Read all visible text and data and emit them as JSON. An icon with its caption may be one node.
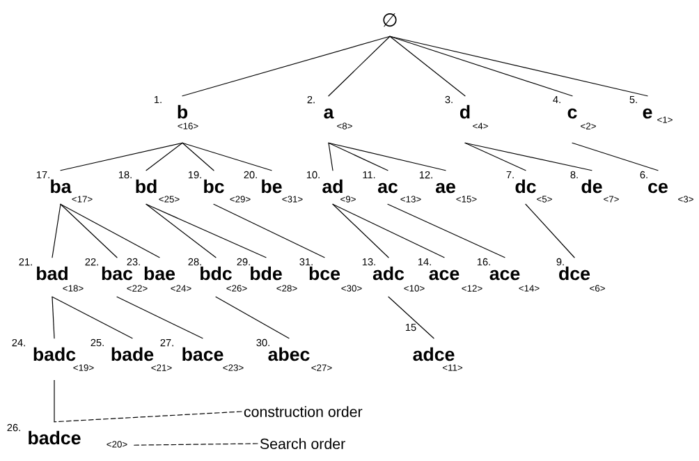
{
  "diagram": {
    "nodes": [
      {
        "text": [
          "∅"
        ]
      },
      {
        "text": [
          "b"
        ],
        "beside": [
          "1.",
          "<16>"
        ]
      },
      {
        "text": [
          "a"
        ],
        "beside": [
          "2.",
          "<8>"
        ]
      },
      {
        "text": [
          "d"
        ],
        "beside": [
          "3.",
          "<4>"
        ]
      },
      {
        "text": [
          "c"
        ],
        "beside": [
          "4.",
          "<2>"
        ]
      },
      {
        "text": [
          "e"
        ],
        "beside": [
          "5.",
          "<1>"
        ]
      },
      {
        "text": [
          "ba"
        ],
        "beside": [
          "17.",
          "<17>"
        ]
      },
      {
        "text": [
          "bd"
        ],
        "beside": [
          "18.",
          "<25>"
        ]
      },
      {
        "text": [
          "bc"
        ],
        "beside": [
          "19.",
          "<29>"
        ]
      },
      {
        "text": [
          "be"
        ],
        "beside": [
          "20.",
          "<31>"
        ]
      },
      {
        "text": [
          "ad"
        ],
        "beside": [
          "10.",
          "<9>"
        ]
      },
      {
        "text": [
          "ac"
        ],
        "beside": [
          "11.",
          "<13>"
        ]
      },
      {
        "text": [
          "ae"
        ],
        "beside": [
          "12.",
          "<15>"
        ]
      },
      {
        "text": [
          "dc"
        ],
        "beside": [
          "7.",
          "<5>"
        ]
      },
      {
        "text": [
          "de"
        ],
        "beside": [
          "8.",
          "<7>"
        ]
      },
      {
        "text": [
          "ce"
        ],
        "beside": [
          "6.",
          "<3>"
        ]
      },
      {
        "text": [
          "bad"
        ],
        "beside": [
          "21.",
          "<18>"
        ]
      },
      {
        "text": [
          "bac"
        ],
        "beside": [
          "22.",
          "<22>"
        ]
      },
      {
        "text": [
          "bae"
        ],
        "beside": [
          "23.",
          "<24>"
        ]
      },
      {
        "text": [
          "bdc"
        ],
        "beside": [
          "28.",
          "<26>"
        ]
      },
      {
        "text": [
          "bde"
        ],
        "beside": [
          "29.",
          "<28>"
        ]
      },
      {
        "text": [
          "bce"
        ],
        "beside": [
          "31.",
          "<30>"
        ]
      },
      {
        "text": [
          "adc"
        ],
        "beside": [
          "13.",
          "<10>"
        ]
      },
      {
        "text": [
          "ace"
        ],
        "beside": [
          "14.",
          "<12>"
        ]
      },
      {
        "text": [
          "ace"
        ],
        "beside": [
          "16.",
          "<14>"
        ]
      },
      {
        "text": [
          "dce"
        ],
        "beside": [
          "9.",
          "<6>"
        ]
      },
      {
        "text": [
          "badc"
        ],
        "beside": [
          "24.",
          "<19>"
        ]
      },
      {
        "text": [
          "bade"
        ],
        "beside": [
          "25.",
          "<21>"
        ]
      },
      {
        "text": [
          "bace"
        ],
        "beside": [
          "27.",
          "<23>"
        ]
      },
      {
        "text": [
          "abec"
        ],
        "beside": [
          "30.",
          "<27>"
        ]
      },
      {
        "text": [
          "adce"
        ],
        "beside": [
          "15",
          "<11>"
        ]
      },
      {
        "text": [
          "badce"
        ],
        "beside": [
          "26.",
          "<20>"
        ]
      },
      {
        "text": [
          "construction order"
        ]
      },
      {
        "text": [
          "Search order"
        ]
      }
    ],
    "edges": [
      {
        "from": 0,
        "to": 1,
        "arrow": "none"
      },
      {
        "from": 0,
        "to": 2,
        "arrow": "none"
      },
      {
        "from": 0,
        "to": 3,
        "arrow": "none"
      },
      {
        "from": 0,
        "to": 4,
        "arrow": "none"
      },
      {
        "from": 0,
        "to": 5,
        "arrow": "none"
      },
      {
        "from": 1,
        "to": 6,
        "arrow": "none"
      },
      {
        "from": 1,
        "to": 7,
        "arrow": "none"
      },
      {
        "from": 1,
        "to": 8,
        "arrow": "none"
      },
      {
        "from": 1,
        "to": 9,
        "arrow": "none"
      },
      {
        "from": 2,
        "to": 10,
        "arrow": "none"
      },
      {
        "from": 2,
        "to": 11,
        "arrow": "none"
      },
      {
        "from": 2,
        "to": 12,
        "arrow": "none"
      },
      {
        "from": 3,
        "to": 13,
        "arrow": "none"
      },
      {
        "from": 3,
        "to": 14,
        "arrow": "none"
      },
      {
        "from": 4,
        "to": 15,
        "arrow": "none"
      },
      {
        "from": 6,
        "to": 16,
        "arrow": "none"
      },
      {
        "from": 6,
        "to": 17,
        "arrow": "none"
      },
      {
        "from": 6,
        "to": 18,
        "arrow": "none"
      },
      {
        "from": 7,
        "to": 19,
        "arrow": "none"
      },
      {
        "from": 7,
        "to": 20,
        "arrow": "none"
      },
      {
        "from": 8,
        "to": 21,
        "arrow": "none"
      },
      {
        "from": 10,
        "to": 22,
        "arrow": "none"
      },
      {
        "from": 10,
        "to": 23,
        "arrow": "none"
      },
      {
        "from": 11,
        "to": 24,
        "arrow": "none"
      },
      {
        "from": 13,
        "to": 25,
        "arrow": "none"
      },
      {
        "from": 16,
        "to": 26,
        "arrow": "none"
      },
      {
        "from": 16,
        "to": 27,
        "arrow": "none"
      },
      {
        "from": 17,
        "to": 28,
        "arrow": "none"
      },
      {
        "from": 19,
        "to": 29,
        "arrow": "none"
      },
      {
        "from": 22,
        "to": 30,
        "arrow": "none"
      },
      {
        "from": 26,
        "to": 31,
        "arrow": "none"
      },
      {
        "from": 32,
        "to": 31,
        "arrow": "none",
        "style": "dashed"
      },
      {
        "from": 33,
        "to": 31,
        "arrow": "none",
        "style": "dashed"
      }
    ]
  }
}
